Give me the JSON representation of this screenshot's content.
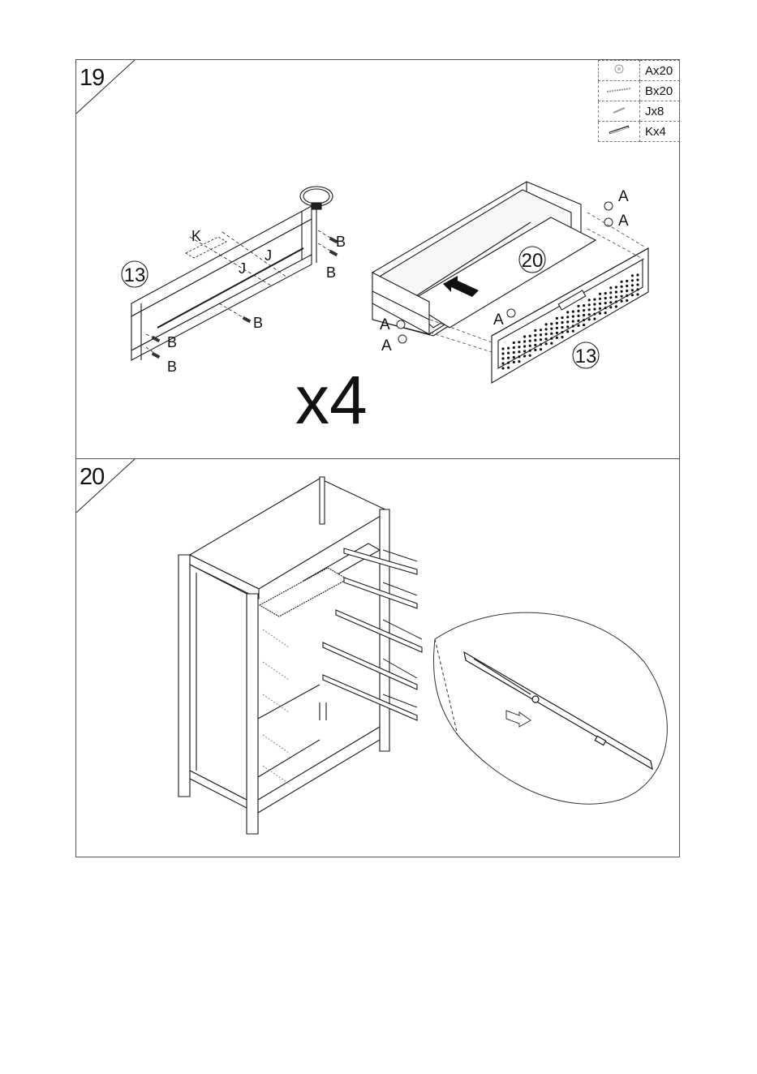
{
  "steps": [
    {
      "number": "19"
    },
    {
      "number": "20"
    }
  ],
  "parts_legend": [
    {
      "icon": "cam-lock-icon",
      "label": "Ax20"
    },
    {
      "icon": "cam-bolt-icon",
      "label": "Bx20"
    },
    {
      "icon": "screw-icon",
      "label": "Jx8"
    },
    {
      "icon": "rail-bracket-icon",
      "label": "Kx4"
    }
  ],
  "step19": {
    "multiplier": "x4",
    "callouts": {
      "panel_left": "13",
      "drawer_base": "20",
      "drawer_front": "13",
      "letter_k": "K",
      "letter_j": "J",
      "letter_b": "B",
      "letter_a": "A"
    }
  },
  "colors": {
    "line": "#1a1a1a",
    "dashed": "#444444"
  }
}
